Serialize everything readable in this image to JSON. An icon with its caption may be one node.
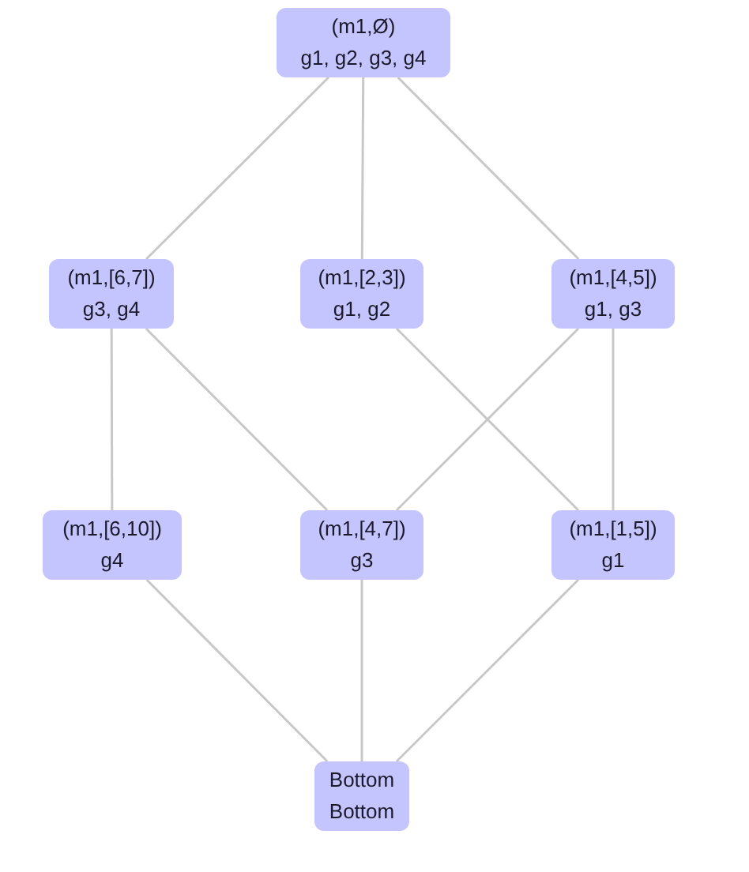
{
  "diagram": {
    "nodes": [
      {
        "text": [
          "(m1,Ø)",
          "g1, g2, g3, g4"
        ]
      },
      {
        "text": [
          "(m1,[6,7])",
          "g3, g4"
        ]
      },
      {
        "text": [
          "(m1,[2,3])",
          "g1, g2"
        ]
      },
      {
        "text": [
          "(m1,[4,5])",
          "g1, g3"
        ]
      },
      {
        "text": [
          "(m1,[6,10])",
          "g4"
        ]
      },
      {
        "text": [
          "(m1,[4,7])",
          "g3"
        ]
      },
      {
        "text": [
          "(m1,[1,5])",
          "g1"
        ]
      },
      {
        "text": [
          "Bottom",
          "Bottom"
        ]
      }
    ],
    "edges": [
      {
        "from": 0,
        "to": 1,
        "arrow": "none"
      },
      {
        "from": 0,
        "to": 2,
        "arrow": "none"
      },
      {
        "from": 0,
        "to": 3,
        "arrow": "none"
      },
      {
        "from": 1,
        "to": 4,
        "arrow": "none"
      },
      {
        "from": 1,
        "to": 5,
        "arrow": "none"
      },
      {
        "from": 2,
        "to": 6,
        "arrow": "none"
      },
      {
        "from": 3,
        "to": 5,
        "arrow": "none"
      },
      {
        "from": 3,
        "to": 6,
        "arrow": "none"
      },
      {
        "from": 4,
        "to": 7,
        "arrow": "none"
      },
      {
        "from": 5,
        "to": 7,
        "arrow": "none"
      },
      {
        "from": 6,
        "to": 7,
        "arrow": "none"
      }
    ]
  }
}
